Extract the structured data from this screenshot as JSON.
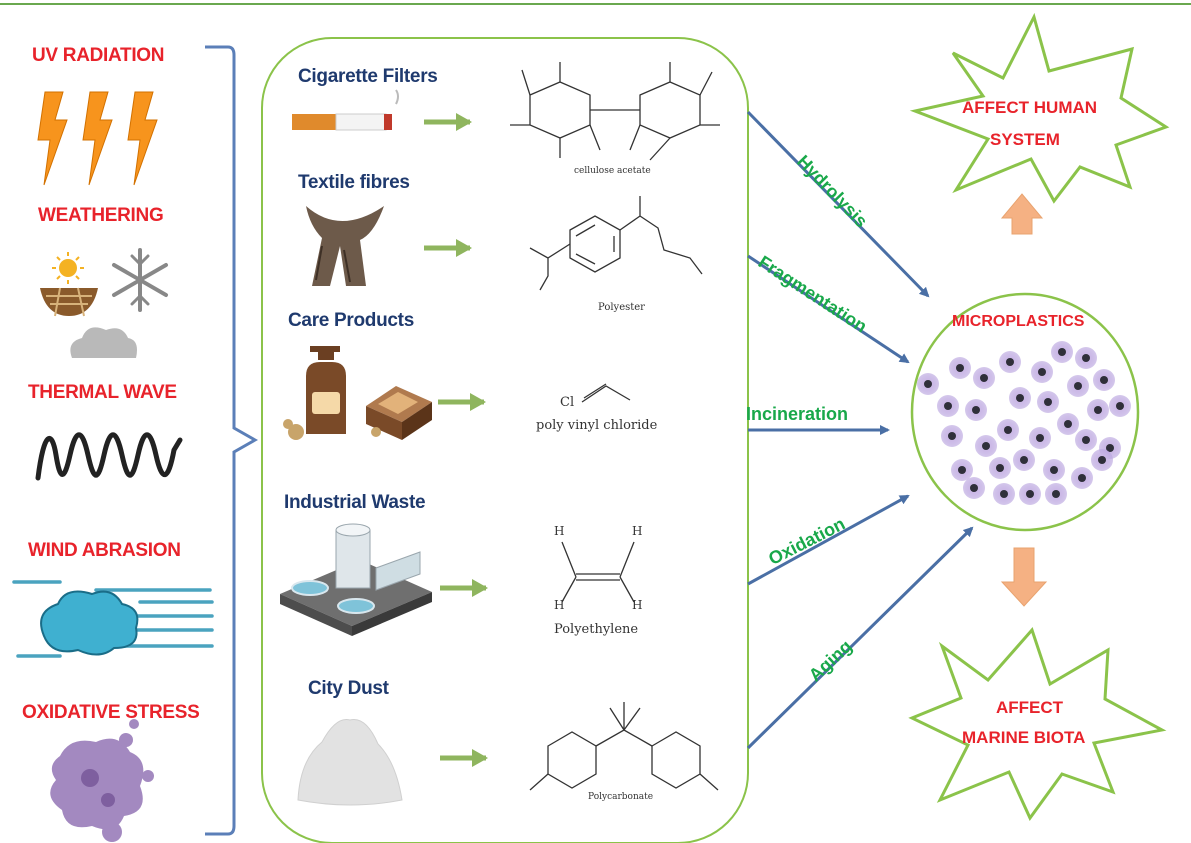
{
  "stressors": [
    {
      "label": "UV RADIATION",
      "icon": "lightning-icon"
    },
    {
      "label": "WEATHERING",
      "icon": "weathering-icon"
    },
    {
      "label": "THERMAL WAVE",
      "icon": "wave-icon"
    },
    {
      "label": "WIND ABRASION",
      "icon": "cloud-wind-icon"
    },
    {
      "label": "OXIDATIVE STRESS",
      "icon": "blob-icon"
    }
  ],
  "sources": [
    {
      "label": "Cigarette Filters",
      "polymer": "cellulose acetate"
    },
    {
      "label": "Textile fibres",
      "polymer": "Polyester"
    },
    {
      "label": "Care Products",
      "polymer": "poly vinyl chloride"
    },
    {
      "label": "Industrial Waste",
      "polymer": "Polyethylene"
    },
    {
      "label": "City Dust",
      "polymer": "Polycarbonate"
    }
  ],
  "chem_atoms": {
    "cl": "Cl",
    "h": "H"
  },
  "processes": [
    "Hydrolysis",
    "Fragmentation",
    "Incineration",
    "Oxidation",
    "Aging"
  ],
  "center": "MICROPLASTICS",
  "outcomes": {
    "human_line1": "AFFECT HUMAN",
    "human_line2": "SYSTEM",
    "marine_line1": "AFFECT",
    "marine_line2": "MARINE BIOTA"
  },
  "colors": {
    "stressor_text": "#e8232b",
    "source_text": "#1f3a6e",
    "process_text": "#19a84a",
    "box_border": "#8bc34a",
    "arrow_blue": "#4a6fa5",
    "arrow_green": "#8fb55e",
    "outcome_arrow": "#f5b183"
  }
}
